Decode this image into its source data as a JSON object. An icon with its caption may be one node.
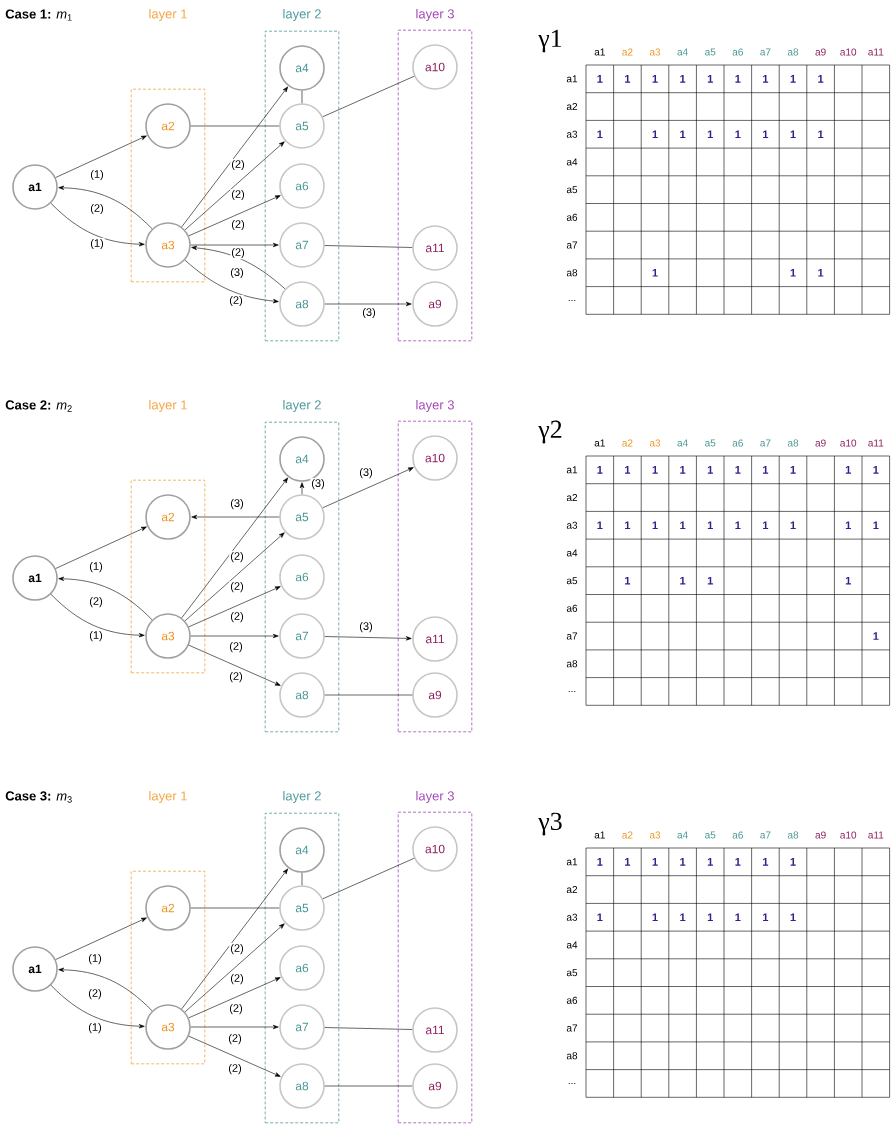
{
  "diagram": {
    "nodes": [
      {
        "text": [
          "a1"
        ]
      },
      {
        "text": [],
        "shape": "box"
      },
      {
        "text": [
          "a2"
        ],
        "in": 1
      },
      {
        "text": [
          "a3"
        ],
        "in": 1
      },
      {
        "text": [
          "layer 2"
        ]
      },
      {
        "text": [
          "a4"
        ],
        "in": 4
      },
      {
        "text": [
          "a5"
        ],
        "in": 4
      },
      {
        "text": [
          "a6"
        ],
        "in": 4
      },
      {
        "text": [
          "a7"
        ],
        "in": 4
      },
      {
        "text": [
          "a8"
        ],
        "in": 4
      },
      {
        "text": [
          "layer 3"
        ]
      },
      {
        "text": [
          "a10"
        ],
        "in": 10
      },
      {
        "text": [
          "a11"
        ],
        "in": 10
      },
      {
        "text": [
          "a9"
        ],
        "in": 10
      },
      {
        "text": [
          "a1"
        ]
      },
      {
        "text": [],
        "shape": "box"
      },
      {
        "text": [
          "a2"
        ],
        "in": 15
      },
      {
        "text": [
          "a3"
        ],
        "in": 15
      },
      {
        "text": [
          "layer 2"
        ]
      },
      {
        "text": [
          "a4"
        ],
        "in": 18
      },
      {
        "text": [
          "a5"
        ],
        "in": 18
      },
      {
        "text": [
          "a6"
        ],
        "in": 18
      },
      {
        "text": [
          "a7"
        ],
        "in": 18
      },
      {
        "text": [
          "a8"
        ],
        "in": 18
      },
      {
        "text": [
          "layer 3"
        ]
      },
      {
        "text": [
          "a10"
        ],
        "in": 24
      },
      {
        "text": [
          "a11"
        ],
        "in": 24
      },
      {
        "text": [
          "a9"
        ],
        "in": 24
      },
      {
        "text": [
          "a1"
        ]
      },
      {
        "text": [],
        "shape": "box"
      },
      {
        "text": [
          "a2"
        ],
        "in": 29
      },
      {
        "text": [
          "a3"
        ],
        "in": 29
      },
      {
        "text": [
          "layer 2"
        ]
      },
      {
        "text": [
          "a4"
        ],
        "in": 32
      },
      {
        "text": [
          "a5"
        ],
        "in": 32
      },
      {
        "text": [
          "a6"
        ],
        "in": 32
      },
      {
        "text": [
          "a7"
        ],
        "in": 32
      },
      {
        "text": [
          "a8"
        ],
        "in": 32
      },
      {
        "text": [
          "layer 3"
        ]
      },
      {
        "text": [
          "a10"
        ],
        "in": 38
      },
      {
        "text": [
          "a11"
        ],
        "in": 38
      },
      {
        "text": [
          "a9"
        ],
        "in": 38
      }
    ],
    "edges": [
      {
        "from": 0,
        "to": 2,
        "arrow": "to",
        "label": "(1)"
      },
      {
        "from": 3,
        "to": 0,
        "arrow": "to",
        "label": "(2)"
      },
      {
        "from": 0,
        "to": 3,
        "arrow": "to",
        "label": "(1)"
      },
      {
        "from": 2,
        "to": 6,
        "arrow": "none"
      },
      {
        "from": 5,
        "to": 6,
        "arrow": "none"
      },
      {
        "from": 6,
        "to": 11,
        "arrow": "none"
      },
      {
        "from": 3,
        "to": 5,
        "arrow": "to",
        "label": "(2)"
      },
      {
        "from": 3,
        "to": 6,
        "arrow": "to",
        "label": "(2)"
      },
      {
        "from": 3,
        "to": 7,
        "arrow": "to",
        "label": "(2)"
      },
      {
        "from": 3,
        "to": 8,
        "arrow": "to",
        "label": "(2)"
      },
      {
        "from": 9,
        "to": 3,
        "arrow": "to",
        "label": "(3)"
      },
      {
        "from": 3,
        "to": 9,
        "arrow": "to",
        "label": "(2)"
      },
      {
        "from": 8,
        "to": 12,
        "arrow": "none"
      },
      {
        "from": 9,
        "to": 13,
        "arrow": "to",
        "label": "(3)"
      },
      {
        "from": 14,
        "to": 16,
        "arrow": "to",
        "label": "(1)"
      },
      {
        "from": 17,
        "to": 14,
        "arrow": "to",
        "label": "(2)"
      },
      {
        "from": 14,
        "to": 17,
        "arrow": "to",
        "label": "(1)"
      },
      {
        "from": 20,
        "to": 16,
        "arrow": "to",
        "label": "(3)"
      },
      {
        "from": 20,
        "to": 19,
        "arrow": "to",
        "label": "(3)"
      },
      {
        "from": 20,
        "to": 25,
        "arrow": "to",
        "label": "(3)"
      },
      {
        "from": 17,
        "to": 19,
        "arrow": "to",
        "label": "(2)"
      },
      {
        "from": 17,
        "to": 20,
        "arrow": "to",
        "label": "(2)"
      },
      {
        "from": 17,
        "to": 21,
        "arrow": "to",
        "label": "(2)"
      },
      {
        "from": 17,
        "to": 22,
        "arrow": "to",
        "label": "(2)"
      },
      {
        "from": 17,
        "to": 23,
        "arrow": "to",
        "label": "(2)"
      },
      {
        "from": 22,
        "to": 26,
        "arrow": "to",
        "label": "(3)"
      },
      {
        "from": 23,
        "to": 27,
        "arrow": "none"
      },
      {
        "from": 28,
        "to": 30,
        "arrow": "to",
        "label": "(1)"
      },
      {
        "from": 31,
        "to": 28,
        "arrow": "to",
        "label": "(2)"
      },
      {
        "from": 28,
        "to": 31,
        "arrow": "to",
        "label": "(1)"
      },
      {
        "from": 30,
        "to": 34,
        "arrow": "none"
      },
      {
        "from": 33,
        "to": 34,
        "arrow": "none"
      },
      {
        "from": 34,
        "to": 39,
        "arrow": "none"
      },
      {
        "from": 31,
        "to": 33,
        "arrow": "to",
        "label": "(2)"
      },
      {
        "from": 31,
        "to": 34,
        "arrow": "to",
        "label": "(2)"
      },
      {
        "from": 31,
        "to": 35,
        "arrow": "to",
        "label": "(2)"
      },
      {
        "from": 31,
        "to": 36,
        "arrow": "to",
        "label": "(2)"
      },
      {
        "from": 31,
        "to": 37,
        "arrow": "to",
        "label": "(2)"
      },
      {
        "from": 36,
        "to": 40,
        "arrow": "none"
      },
      {
        "from": 37,
        "to": 41,
        "arrow": "none"
      }
    ],
    "labels": [
      "**Case 1:** *m*$_{1}$",
      "layer 1",
      "γ1",
      "a1",
      "a2",
      "a3",
      "a4",
      "a5",
      "a6",
      "a7",
      "a8",
      "a9",
      "a10",
      "a11",
      "a1",
      "1",
      "1",
      "1",
      "1",
      "1",
      "1",
      "1",
      "1",
      "1",
      "a2",
      "a3",
      "1",
      "1",
      "1",
      "1",
      "1",
      "1",
      "1",
      "1",
      "a4",
      "a5",
      "a6",
      "a7",
      "a8",
      "1",
      "1",
      "1",
      "...",
      "**Case 2:** *m*$_{2}$",
      "layer 1",
      "γ2",
      "a1",
      "a2",
      "a3",
      "a4",
      "a5",
      "a6",
      "a7",
      "a8",
      "a9",
      "a10",
      "a11",
      "a1",
      "1",
      "1",
      "1",
      "1",
      "1",
      "1",
      "1",
      "1",
      "1",
      "1",
      "a2",
      "a3",
      "1",
      "1",
      "1",
      "1",
      "1",
      "1",
      "1",
      "1",
      "1",
      "1",
      "a4",
      "a5",
      "1",
      "1",
      "1",
      "1",
      "a6",
      "a7",
      "1",
      "a8",
      "...",
      "**Case 3:** *m*$_{3}$",
      "layer 1",
      "γ3",
      "a1",
      "a2",
      "a3",
      "a4",
      "a5",
      "a6",
      "a7",
      "a8",
      "a9",
      "a10",
      "a11",
      "a1",
      "1",
      "1",
      "1",
      "1",
      "1",
      "1",
      "1",
      "1",
      "a2",
      "a3",
      "1",
      "1",
      "1",
      "1",
      "1",
      "1",
      "1",
      "a4",
      "a5",
      "a6",
      "a7",
      "a8",
      "..."
    ]
  }
}
